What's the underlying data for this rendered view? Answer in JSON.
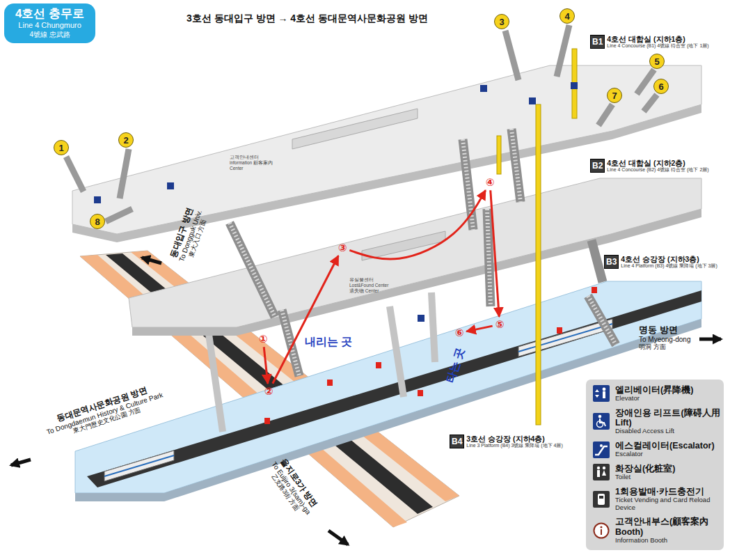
{
  "diagram": {
    "title": "3호선 동대입구 방면 → 4호선 동대문역사문화공원 방면",
    "nodes": [
      {
        "text": [
          "4호선 충무로",
          "Line 4 Chungmuro",
          "4號線 忠武路"
        ]
      },
      {
        "text": [
          "1"
        ]
      },
      {
        "text": [
          "2"
        ]
      },
      {
        "text": [
          "3"
        ]
      },
      {
        "text": [
          "4"
        ]
      },
      {
        "text": [
          "5"
        ]
      },
      {
        "text": [
          "6"
        ]
      },
      {
        "text": [
          "7"
        ]
      },
      {
        "text": [
          "8"
        ]
      },
      {
        "text": [
          "B1",
          "4호선 대합실 (지하1층)",
          "Line 4 Concourse (B1) 4號線 待合室 (地下 1層)"
        ]
      },
      {
        "text": [
          "B2",
          "4호선 대합실 (지하2층)",
          "Line 4 Concourse (B2) 4號線 待合室 (地下 2層)"
        ]
      },
      {
        "text": [
          "B3",
          "4호선 승강장 (지하3층)",
          "Line 4 Platform (B3) 4號線 乘降場 (地下 3層)"
        ]
      },
      {
        "text": [
          "B4",
          "3호선 승강장 (지하4층)",
          "Line 3 Platform (B4) 3號線 乘降場 (地下 4層)"
        ]
      },
      {
        "text": [
          "①"
        ]
      },
      {
        "text": [
          "②"
        ]
      },
      {
        "text": [
          "③"
        ]
      },
      {
        "text": [
          "④"
        ]
      },
      {
        "text": [
          "⑤"
        ]
      },
      {
        "text": [
          "⑥"
        ]
      }
    ],
    "edges": [
      {
        "from": 13,
        "to": 14,
        "arrow": "to"
      },
      {
        "from": 14,
        "to": 15,
        "arrow": "to"
      },
      {
        "from": 15,
        "to": 16,
        "arrow": "to"
      },
      {
        "from": 16,
        "to": 17,
        "arrow": "to"
      },
      {
        "from": 17,
        "to": 18,
        "arrow": "to"
      }
    ],
    "labels": [
      "내리는 곳",
      "타는 곳",
      "동대입구 방면",
      "To Dongguk Univ.",
      "東大入口 方面",
      "명동 방면",
      "To Myeong-dong",
      "明洞 方面",
      "동대문역사문화공원 방면",
      "To Dongdaemun History & Culture Park",
      "東大門歷史文化公園 方面",
      "을지로3가 방면",
      "To Euljiro 3(sam)-ga",
      "乙支路3街 方面",
      "고객안내센터 information 顧客案內 Center",
      "유실물센터 Lost&Found Center 遺失物 Center",
      "Elevator",
      "Disabled Access Lift",
      "Escalator",
      "Toilet",
      "Ticket Vending and Card Reload Device",
      "Information Booth"
    ],
    "legend": [
      {
        "text": "엘리베이터(昇降機)"
      },
      {
        "text": "장애인용 리프트(障碍人用 Lift)"
      },
      {
        "text": "에스컬레이터(Escalator)"
      },
      {
        "text": "화장실(化粧室)"
      },
      {
        "text": "1회용발매·카드충전기"
      },
      {
        "text": "고객안내부스(顧客案內 Booth)"
      }
    ]
  }
}
